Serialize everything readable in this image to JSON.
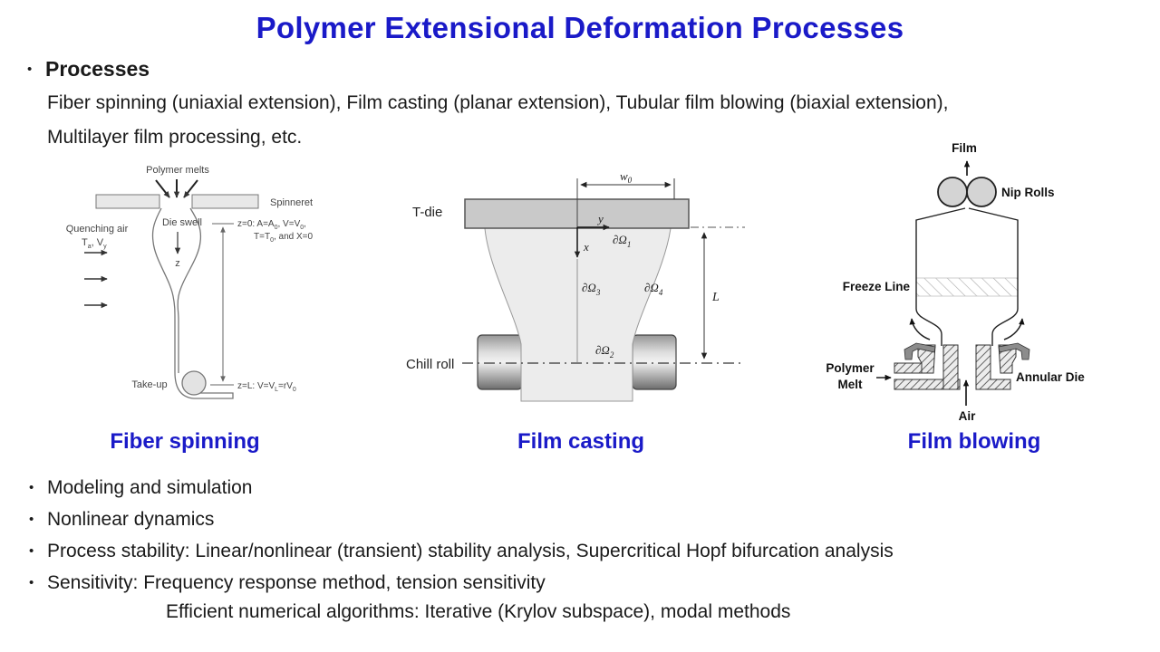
{
  "slide": {
    "title": "Polymer Extensional Deformation Processes",
    "bullet_char": "•",
    "processes_heading": "Processes",
    "processes_line1": "Fiber spinning (uniaxial extension), Film casting (planar extension), Tubular film blowing (biaxial extension),",
    "processes_line2": "Multilayer film processing, etc.",
    "captions": {
      "fiber": "Fiber spinning",
      "casting": "Film casting",
      "blowing": "Film blowing"
    },
    "bullets": [
      "Modeling and simulation",
      "Nonlinear dynamics",
      "Process stability: Linear/nonlinear (transient) stability analysis, Supercritical Hopf bifurcation analysis",
      "Sensitivity: Frequency response method, tension sensitivity"
    ],
    "footnote": "Efficient numerical algorithms: Iterative (Krylov subspace), modal methods",
    "colors": {
      "accent_blue": "#1a1ac8",
      "diagram_gray": "#e8e8e8",
      "die_gray": "#c9c9c9"
    }
  },
  "fiber": {
    "polymer_melts": "Polymer melts",
    "spinneret": "Spinneret",
    "die_swell": "Die swell",
    "z_axis": "z",
    "quenching_air": "Quenching air",
    "qT": "T",
    "qTs": "a",
    "qV": ", V",
    "qVs": "y",
    "z0_a": "z=0:  A=A",
    "z0_s1": "0",
    "z0_b": ", V=V",
    "z0_s2": "0",
    "z0_c": ",",
    "z0_d": "T=T",
    "z0_s3": "0",
    "z0_e": ", and X=0",
    "zL_a": "z=L:  V=V",
    "zL_s1": "L",
    "zL_b": "=rV",
    "zL_s2": "0",
    "take_up": "Take-up"
  },
  "casting": {
    "t_die": "T-die",
    "chill_roll": "Chill roll",
    "w": "w",
    "w_sub": "0",
    "x_axis": "x",
    "y_axis": "y",
    "L_dim": "L",
    "om": "∂Ω",
    "om1": "1",
    "om2": "2",
    "om3": "3",
    "om4": "4"
  },
  "blowing": {
    "film": "Film",
    "nip_rolls": "Nip Rolls",
    "freeze_line": "Freeze Line",
    "polymer": "Polymer",
    "melt": "Melt",
    "annular_die": "Annular Die",
    "air": "Air"
  }
}
